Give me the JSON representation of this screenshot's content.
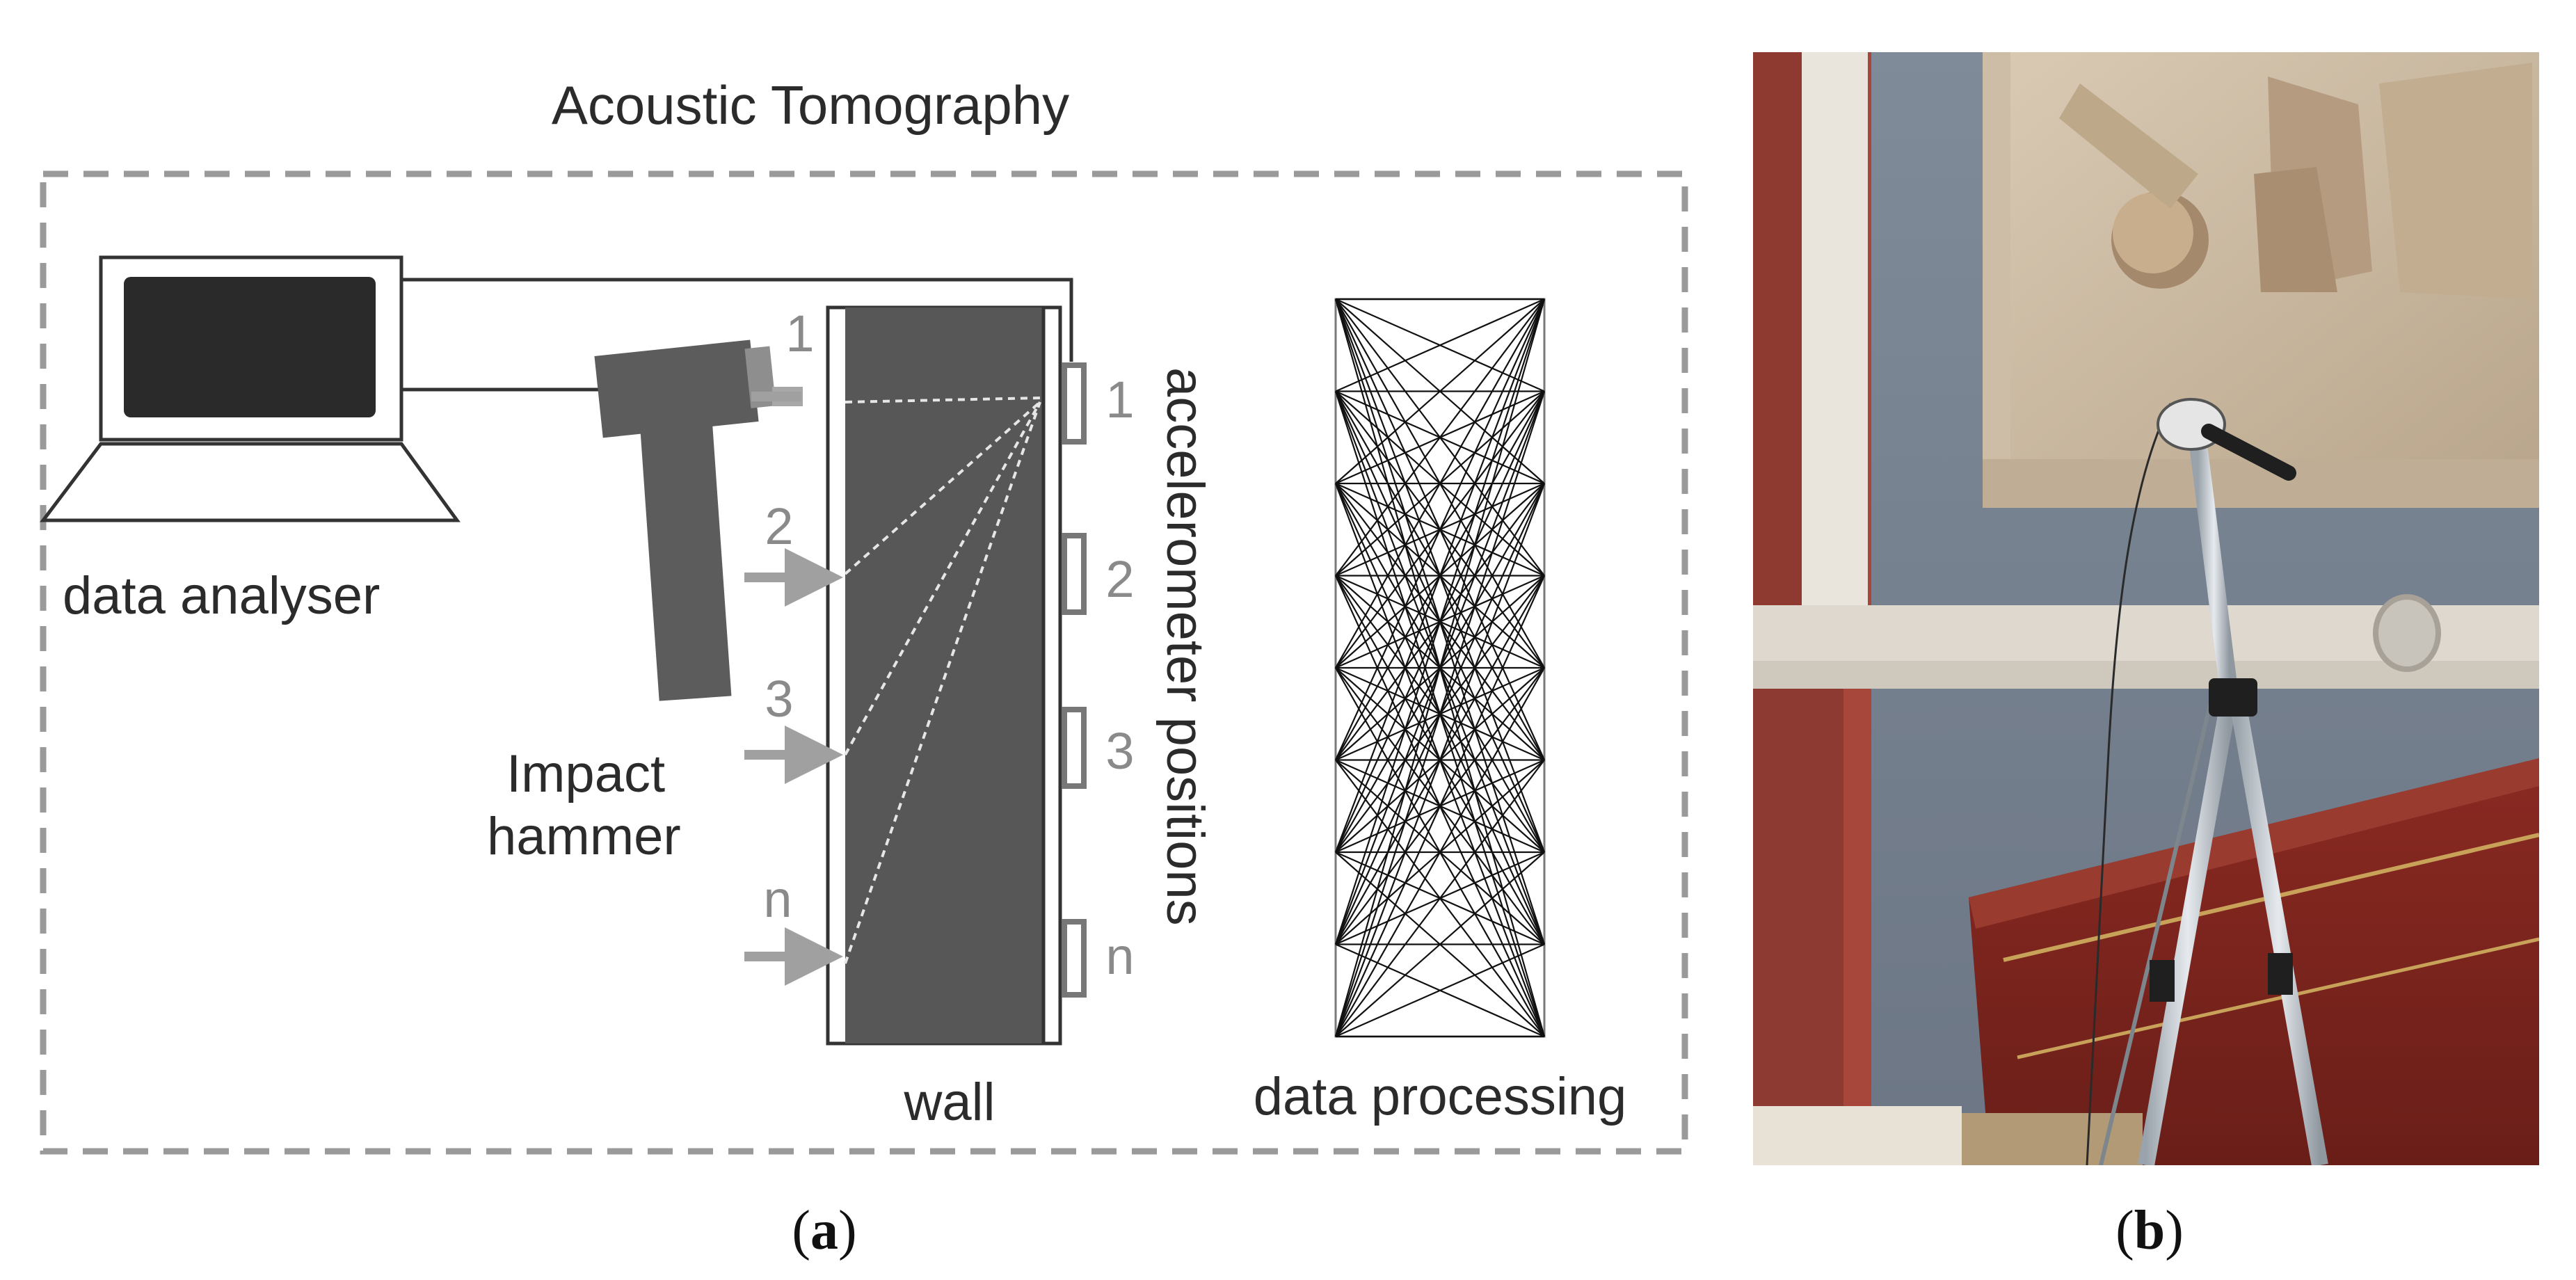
{
  "panel_a": {
    "title": "Acoustic Tomography",
    "data_analyser_label": "data analyser",
    "impact_hammer_label_line1": "Impact",
    "impact_hammer_label_line2": "hammer",
    "wall_label": "wall",
    "data_processing_label": "data processing",
    "accelerometer_label": "accelerometer positions",
    "impact_positions": [
      "1",
      "2",
      "3",
      "n"
    ],
    "accelerometer_positions": [
      "1",
      "2",
      "3",
      "n"
    ],
    "caption_open": "(",
    "caption_letter": "a",
    "caption_close": ")"
  },
  "panel_b": {
    "caption_open": "(",
    "caption_letter": "b",
    "caption_close": ")"
  },
  "colors": {
    "dashed_frame": "#9a9a9a",
    "wall_fill": "#575757",
    "device_dark": "#4a4a4a",
    "arrow_gray": "#a0a0a0",
    "label_gray": "#8a8a8a"
  }
}
